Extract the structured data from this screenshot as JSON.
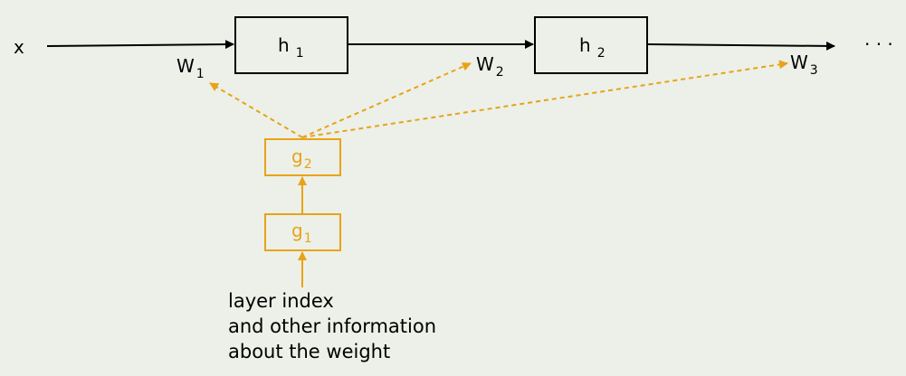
{
  "colors": {
    "background": "#ecf0e8",
    "main": "#000000",
    "hypernetwork": "#e8a317"
  },
  "input_label": "x",
  "ellipsis": "· · ·",
  "layers": [
    {
      "name": "h",
      "index": "1"
    },
    {
      "name": "h",
      "index": "2"
    }
  ],
  "weights": [
    {
      "name": "W",
      "index": "1"
    },
    {
      "name": "W",
      "index": "2"
    },
    {
      "name": "W",
      "index": "3"
    }
  ],
  "generators": [
    {
      "name": "g",
      "index": "2"
    },
    {
      "name": "g",
      "index": "1"
    }
  ],
  "input_note": {
    "line1": "layer index",
    "line2": "and other information",
    "line3": "about the weight"
  }
}
